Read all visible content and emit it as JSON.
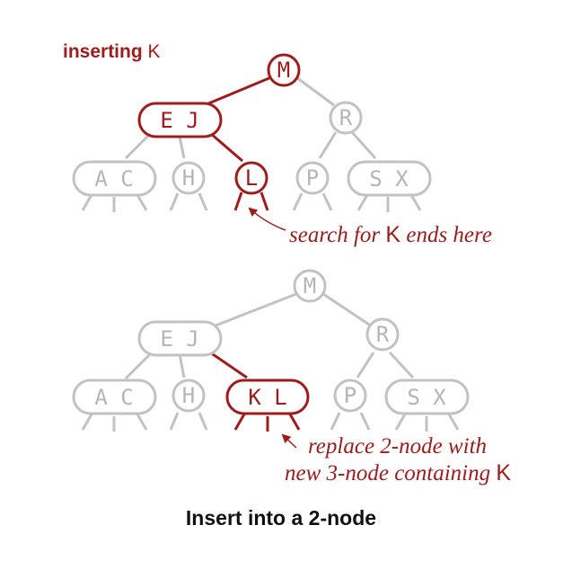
{
  "colors": {
    "red": "#a01c1c",
    "gray": "#c2c2c2",
    "text_gray": "#b5b5b5",
    "black": "#111111"
  },
  "top_tree": {
    "label_prefix": "inserting ",
    "label_key": "K",
    "nodes": {
      "root": "M",
      "left": "E J",
      "right": "R",
      "ac": "A C",
      "h": "H",
      "l": "L",
      "p": "P",
      "sx": "S X"
    },
    "annotation_prefix": "search for ",
    "annotation_key": "K",
    "annotation_suffix": " ends here"
  },
  "bottom_tree": {
    "nodes": {
      "root": "M",
      "left": "E J",
      "right": "R",
      "ac": "A C",
      "h": "H",
      "kl": "K L",
      "p": "P",
      "sx": "S X"
    },
    "annotation_line1": "replace 2-node with",
    "annotation_line2_prefix": "new 3-node containing ",
    "annotation_line2_key": "K"
  },
  "caption": "Insert into a 2-node"
}
